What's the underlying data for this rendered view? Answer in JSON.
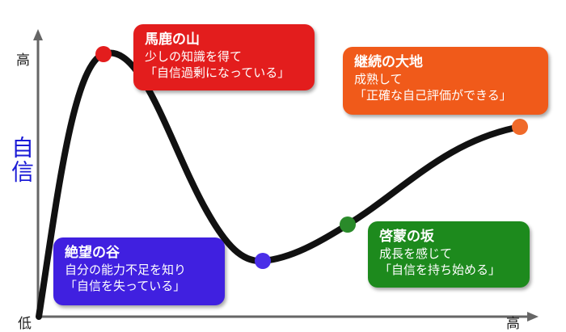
{
  "axes": {
    "y_title": "自信",
    "y_high": "高",
    "y_low": "低",
    "x_high": "高"
  },
  "colors": {
    "curve": "#111111",
    "axis": "#666666",
    "peak": "#e31d1d",
    "plateau": "#f05a1a",
    "slope": "#1d8a1d",
    "valley": "#4020e0"
  },
  "stages": {
    "peak": {
      "title": "馬鹿の山",
      "line1": "少しの知識を得て",
      "line2": "「自信過剰になっている」"
    },
    "plateau": {
      "title": "継続の大地",
      "line1": "成熟して",
      "line2": "「正確な自己評価ができる」"
    },
    "slope": {
      "title": "啓蒙の坂",
      "line1": "成長を感じて",
      "line2": "「自信を持ち始める」"
    },
    "valley": {
      "title": "絶望の谷",
      "line1": "自分の能力不足を知り",
      "line2": "「自信を失っている」"
    }
  }
}
